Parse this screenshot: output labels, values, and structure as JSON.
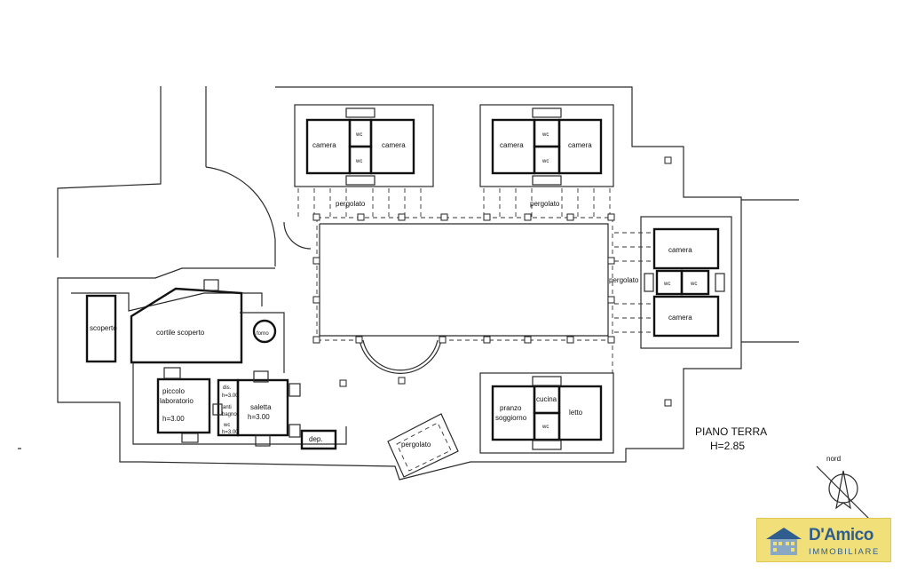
{
  "plan": {
    "title": "PIANO TERRA",
    "height_label": "H=2.85",
    "north_label": "nord"
  },
  "rooms": {
    "nw_camera_left": "camera",
    "nw_wc_top": "wc",
    "nw_camera_right": "camera",
    "nw_wc_bottom": "wc",
    "nw_pergolato": "pergolato",
    "ne_camera_left": "camera",
    "ne_wc_top": "wc",
    "ne_camera_right": "camera",
    "ne_wc_bottom": "wc",
    "ne_pergolato": "pergolato",
    "e_camera_top": "camera",
    "e_pergolato": "pergolato",
    "e_wc_left": "wc",
    "e_wc_right": "wc",
    "e_camera_bottom": "camera",
    "scoperto": "scoperto",
    "cortile": "cortile scoperto",
    "forno": "forno",
    "lab_line1": "piccolo",
    "lab_line2": "laboratorio",
    "lab_height": "h=3.00",
    "dis_line1": "dis.",
    "dis_line2": "h=3.00",
    "anti_line1": "anti",
    "anti_line2": "bagno",
    "wc_small": "wc",
    "wc_small_h": "h=3.00",
    "saletta": "saletta",
    "saletta_height": "h=3.00",
    "dep": "dep.",
    "pergolato_small": "pergolato",
    "pranzo": "pranzo",
    "soggiorno": "soggiorno",
    "cucina": "cucina",
    "wc_se": "wc",
    "letto": "letto"
  },
  "logo": {
    "brand": "D'Amico",
    "sub": "IMMOBILIARE",
    "color": "#2f5e8e",
    "background": "#f1df7a",
    "icon": "house-icon"
  }
}
